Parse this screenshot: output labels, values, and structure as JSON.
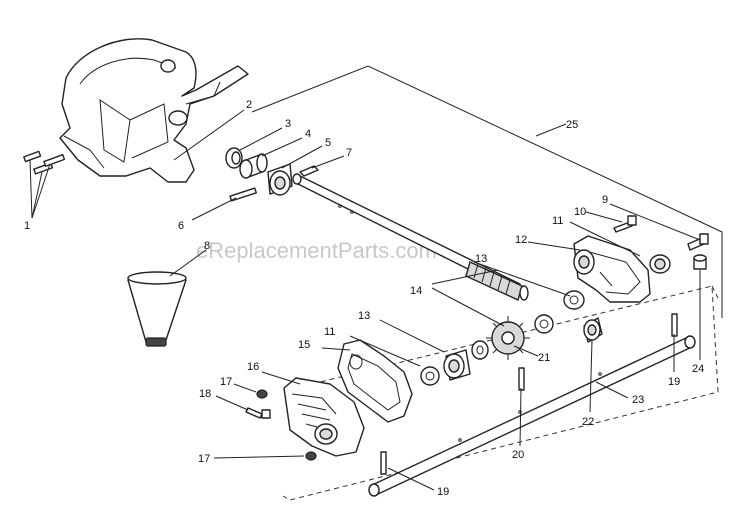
{
  "watermark": "eReplacementParts.com",
  "callouts": [
    {
      "id": "c1",
      "text": "1"
    },
    {
      "id": "c2",
      "text": "2"
    },
    {
      "id": "c3",
      "text": "3"
    },
    {
      "id": "c4",
      "text": "4"
    },
    {
      "id": "c5",
      "text": "5"
    },
    {
      "id": "c6",
      "text": "6"
    },
    {
      "id": "c7",
      "text": "7"
    },
    {
      "id": "c8",
      "text": "8"
    },
    {
      "id": "c9",
      "text": "9"
    },
    {
      "id": "c10",
      "text": "10"
    },
    {
      "id": "c11a",
      "text": "11"
    },
    {
      "id": "c12",
      "text": "12"
    },
    {
      "id": "c13a",
      "text": "13"
    },
    {
      "id": "c14",
      "text": "14"
    },
    {
      "id": "c13b",
      "text": "13"
    },
    {
      "id": "c11b",
      "text": "11"
    },
    {
      "id": "c15",
      "text": "15"
    },
    {
      "id": "c16",
      "text": "16"
    },
    {
      "id": "c17a",
      "text": "17"
    },
    {
      "id": "c18",
      "text": "18"
    },
    {
      "id": "c17b",
      "text": "17"
    },
    {
      "id": "c19a",
      "text": "19"
    },
    {
      "id": "c19b",
      "text": "19"
    },
    {
      "id": "c20",
      "text": "20"
    },
    {
      "id": "c21",
      "text": "21"
    },
    {
      "id": "c22",
      "text": "22"
    },
    {
      "id": "c23",
      "text": "23"
    },
    {
      "id": "c24",
      "text": "24"
    },
    {
      "id": "c25",
      "text": "25"
    }
  ]
}
